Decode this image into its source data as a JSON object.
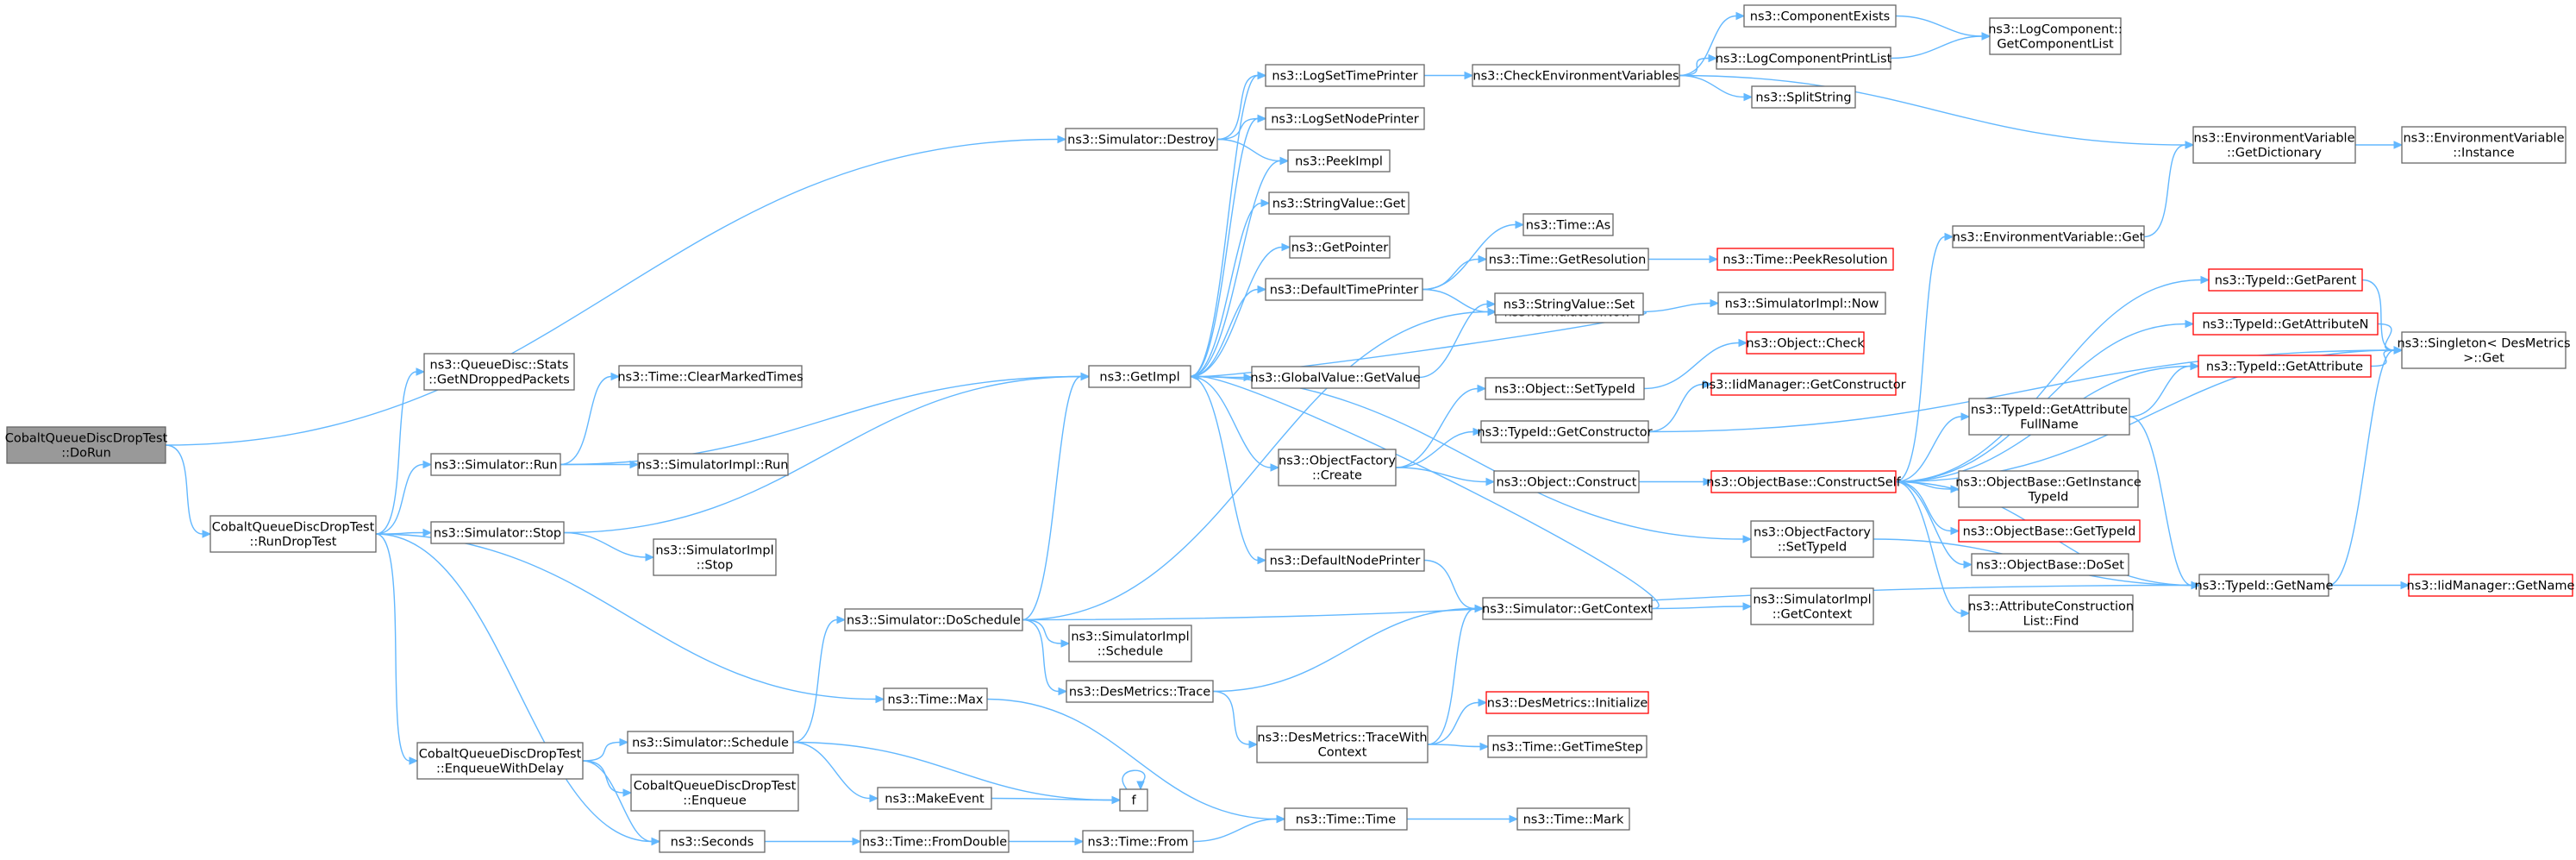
{
  "colors": {
    "edge": "#63b8ff",
    "node_border": "#666666",
    "node_border_truncated": "#ff0000",
    "root_fill": "#999999",
    "node_fill": "#ffffff"
  },
  "nodes": [
    {
      "id": "doRun",
      "lines": [
        "CobaltQueueDiscDropTest",
        "::DoRun"
      ],
      "root": true
    },
    {
      "id": "runDropTest",
      "lines": [
        "CobaltQueueDiscDropTest",
        "::RunDropTest"
      ]
    },
    {
      "id": "simDestroy",
      "lines": [
        "ns3::Simulator::Destroy"
      ]
    },
    {
      "id": "stats",
      "lines": [
        "ns3::QueueDisc::Stats",
        "::GetNDroppedPackets"
      ]
    },
    {
      "id": "simRun",
      "lines": [
        "ns3::Simulator::Run"
      ]
    },
    {
      "id": "simStop",
      "lines": [
        "ns3::Simulator::Stop"
      ]
    },
    {
      "id": "timeMax",
      "lines": [
        "ns3::Time::Max"
      ]
    },
    {
      "id": "enqDelay",
      "lines": [
        "CobaltQueueDiscDropTest",
        "::EnqueueWithDelay"
      ]
    },
    {
      "id": "seconds",
      "lines": [
        "ns3::Seconds"
      ]
    },
    {
      "id": "clearMarked",
      "lines": [
        "ns3::Time::ClearMarkedTimes"
      ]
    },
    {
      "id": "simImplRun",
      "lines": [
        "ns3::SimulatorImpl::Run"
      ]
    },
    {
      "id": "simImplStop",
      "lines": [
        "ns3::SimulatorImpl",
        "::Stop"
      ]
    },
    {
      "id": "simSchedule",
      "lines": [
        "ns3::Simulator::Schedule"
      ]
    },
    {
      "id": "enqueue",
      "lines": [
        "CobaltQueueDiscDropTest",
        "::Enqueue"
      ]
    },
    {
      "id": "makeEvent",
      "lines": [
        "ns3::MakeEvent"
      ]
    },
    {
      "id": "fromDouble",
      "lines": [
        "ns3::Time::FromDouble"
      ]
    },
    {
      "id": "getImpl",
      "lines": [
        "ns3::GetImpl"
      ]
    },
    {
      "id": "doSchedule",
      "lines": [
        "ns3::Simulator::DoSchedule"
      ]
    },
    {
      "id": "simImplSchedule",
      "lines": [
        "ns3::SimulatorImpl",
        "::Schedule"
      ]
    },
    {
      "id": "desTrace",
      "lines": [
        "ns3::DesMetrics::Trace"
      ]
    },
    {
      "id": "f",
      "lines": [
        "f"
      ]
    },
    {
      "id": "timeFrom",
      "lines": [
        "ns3::Time::From"
      ]
    },
    {
      "id": "timeTime",
      "lines": [
        "ns3::Time::Time"
      ]
    },
    {
      "id": "logSetTime",
      "lines": [
        "ns3::LogSetTimePrinter"
      ]
    },
    {
      "id": "logSetNode",
      "lines": [
        "ns3::LogSetNodePrinter"
      ]
    },
    {
      "id": "peekImpl",
      "lines": [
        "ns3::PeekImpl"
      ]
    },
    {
      "id": "strValGet",
      "lines": [
        "ns3::StringValue::Get"
      ]
    },
    {
      "id": "getPointer",
      "lines": [
        "ns3::GetPointer"
      ]
    },
    {
      "id": "defTimePrinter",
      "lines": [
        "ns3::DefaultTimePrinter"
      ]
    },
    {
      "id": "gvGetValue",
      "lines": [
        "ns3::GlobalValue::GetValue"
      ]
    },
    {
      "id": "objFactCreate",
      "lines": [
        "ns3::ObjectFactory",
        "::Create"
      ]
    },
    {
      "id": "defNodePrinter",
      "lines": [
        "ns3::DefaultNodePrinter"
      ]
    },
    {
      "id": "traceWithCtx",
      "lines": [
        "ns3::DesMetrics::TraceWith",
        "Context"
      ]
    },
    {
      "id": "timeMark",
      "lines": [
        "ns3::Time::Mark"
      ]
    },
    {
      "id": "checkEnv",
      "lines": [
        "ns3::CheckEnvironmentVariables"
      ]
    },
    {
      "id": "timeAs",
      "lines": [
        "ns3::Time::As"
      ]
    },
    {
      "id": "timeGetRes",
      "lines": [
        "ns3::Time::GetResolution"
      ]
    },
    {
      "id": "simNow",
      "lines": [
        "ns3::Simulator::Now"
      ]
    },
    {
      "id": "strValSet",
      "lines": [
        "ns3::StringValue::Set"
      ]
    },
    {
      "id": "objSetTypeId",
      "lines": [
        "ns3::Object::SetTypeId"
      ]
    },
    {
      "id": "typeIdGetCtor",
      "lines": [
        "ns3::TypeId::GetConstructor"
      ]
    },
    {
      "id": "objConstruct",
      "lines": [
        "ns3::Object::Construct"
      ]
    },
    {
      "id": "simGetContext",
      "lines": [
        "ns3::Simulator::GetContext"
      ]
    },
    {
      "id": "desInit",
      "lines": [
        "ns3::DesMetrics::Initialize"
      ],
      "red": true
    },
    {
      "id": "timeGetStep",
      "lines": [
        "ns3::Time::GetTimeStep"
      ]
    },
    {
      "id": "compExists",
      "lines": [
        "ns3::ComponentExists"
      ]
    },
    {
      "id": "logCompPrint",
      "lines": [
        "ns3::LogComponentPrintList"
      ]
    },
    {
      "id": "splitString",
      "lines": [
        "ns3::SplitString"
      ]
    },
    {
      "id": "timePeekRes",
      "lines": [
        "ns3::Time::PeekResolution"
      ],
      "red": true
    },
    {
      "id": "simImplNow",
      "lines": [
        "ns3::SimulatorImpl::Now"
      ]
    },
    {
      "id": "objCheck",
      "lines": [
        "ns3::Object::Check"
      ],
      "red": true
    },
    {
      "id": "iidGetCtor",
      "lines": [
        "ns3::IidManager::GetConstructor"
      ],
      "red": true
    },
    {
      "id": "objBaseConstruct",
      "lines": [
        "ns3::ObjectBase::ConstructSelf"
      ],
      "red": true
    },
    {
      "id": "objFactSetTypeId",
      "lines": [
        "ns3::ObjectFactory",
        "::SetTypeId"
      ]
    },
    {
      "id": "simImplGetCtx",
      "lines": [
        "ns3::SimulatorImpl",
        "::GetContext"
      ]
    },
    {
      "id": "logCompGetList",
      "lines": [
        "ns3::LogComponent::",
        "GetComponentList"
      ]
    },
    {
      "id": "envVarGetDict",
      "lines": [
        "ns3::EnvironmentVariable",
        "::GetDictionary"
      ]
    },
    {
      "id": "envVarGet",
      "lines": [
        "ns3::EnvironmentVariable::Get"
      ]
    },
    {
      "id": "typeIdGetParent",
      "lines": [
        "ns3::TypeId::GetParent"
      ],
      "red": true
    },
    {
      "id": "typeIdGetAttrN",
      "lines": [
        "ns3::TypeId::GetAttributeN"
      ],
      "red": true
    },
    {
      "id": "typeIdGetAttrFull",
      "lines": [
        "ns3::TypeId::GetAttribute",
        "FullName"
      ]
    },
    {
      "id": "objBaseGetInst",
      "lines": [
        "ns3::ObjectBase::GetInstance",
        "TypeId"
      ]
    },
    {
      "id": "objBaseGetTypeId",
      "lines": [
        "ns3::ObjectBase::GetTypeId"
      ],
      "red": true
    },
    {
      "id": "objBaseDoSet",
      "lines": [
        "ns3::ObjectBase::DoSet"
      ]
    },
    {
      "id": "attrCtorFind",
      "lines": [
        "ns3::AttributeConstruction",
        "List::Find"
      ]
    },
    {
      "id": "envVarInstance",
      "lines": [
        "ns3::EnvironmentVariable",
        "::Instance"
      ]
    },
    {
      "id": "typeIdGetAttr",
      "lines": [
        "ns3::TypeId::GetAttribute"
      ],
      "red": true
    },
    {
      "id": "typeIdGetName",
      "lines": [
        "ns3::TypeId::GetName"
      ]
    },
    {
      "id": "singletonGet",
      "lines": [
        "ns3::Singleton< DesMetrics",
        ">::Get"
      ]
    },
    {
      "id": "iidGetName",
      "lines": [
        "ns3::IidManager::GetName"
      ],
      "red": true
    }
  ],
  "edges": [
    [
      "doRun",
      "simDestroy"
    ],
    [
      "doRun",
      "runDropTest"
    ],
    [
      "runDropTest",
      "stats"
    ],
    [
      "runDropTest",
      "simRun"
    ],
    [
      "runDropTest",
      "simStop"
    ],
    [
      "runDropTest",
      "timeMax"
    ],
    [
      "runDropTest",
      "enqDelay"
    ],
    [
      "runDropTest",
      "seconds"
    ],
    [
      "simDestroy",
      "logSetTime"
    ],
    [
      "simDestroy",
      "logSetNode"
    ],
    [
      "simDestroy",
      "peekImpl"
    ],
    [
      "simRun",
      "clearMarked"
    ],
    [
      "simRun",
      "getImpl"
    ],
    [
      "simRun",
      "simImplRun"
    ],
    [
      "simStop",
      "getImpl"
    ],
    [
      "simStop",
      "simImplStop"
    ],
    [
      "timeMax",
      "timeTime"
    ],
    [
      "enqDelay",
      "simSchedule"
    ],
    [
      "enqDelay",
      "enqueue"
    ],
    [
      "enqDelay",
      "seconds"
    ],
    [
      "seconds",
      "fromDouble"
    ],
    [
      "simSchedule",
      "doSchedule"
    ],
    [
      "simSchedule",
      "makeEvent"
    ],
    [
      "simSchedule",
      "f"
    ],
    [
      "makeEvent",
      "f"
    ],
    [
      "f",
      "f"
    ],
    [
      "fromDouble",
      "timeFrom"
    ],
    [
      "timeFrom",
      "timeTime"
    ],
    [
      "timeTime",
      "timeMark"
    ],
    [
      "doSchedule",
      "getImpl"
    ],
    [
      "doSchedule",
      "simNow"
    ],
    [
      "doSchedule",
      "simImplSchedule"
    ],
    [
      "doSchedule",
      "desTrace"
    ],
    [
      "doSchedule",
      "typeIdGetName"
    ],
    [
      "desTrace",
      "simGetContext"
    ],
    [
      "desTrace",
      "traceWithCtx"
    ],
    [
      "traceWithCtx",
      "desInit"
    ],
    [
      "traceWithCtx",
      "timeGetStep"
    ],
    [
      "traceWithCtx",
      "simGetContext"
    ],
    [
      "getImpl",
      "logSetTime"
    ],
    [
      "getImpl",
      "logSetNode"
    ],
    [
      "getImpl",
      "peekImpl"
    ],
    [
      "getImpl",
      "strValGet"
    ],
    [
      "getImpl",
      "getPointer"
    ],
    [
      "getImpl",
      "defTimePrinter"
    ],
    [
      "getImpl",
      "gvGetValue"
    ],
    [
      "getImpl",
      "objFactCreate"
    ],
    [
      "getImpl",
      "defNodePrinter"
    ],
    [
      "getImpl",
      "objFactSetTypeId"
    ],
    [
      "logSetTime",
      "checkEnv"
    ],
    [
      "defTimePrinter",
      "timeAs"
    ],
    [
      "defTimePrinter",
      "timeGetRes"
    ],
    [
      "defTimePrinter",
      "simNow"
    ],
    [
      "timeGetRes",
      "timePeekRes"
    ],
    [
      "simNow",
      "getImpl"
    ],
    [
      "simNow",
      "simImplNow"
    ],
    [
      "gvGetValue",
      "strValSet"
    ],
    [
      "objFactCreate",
      "objSetTypeId"
    ],
    [
      "objFactCreate",
      "typeIdGetCtor"
    ],
    [
      "objFactCreate",
      "objConstruct"
    ],
    [
      "objSetTypeId",
      "objCheck"
    ],
    [
      "typeIdGetCtor",
      "iidGetCtor"
    ],
    [
      "typeIdGetCtor",
      "singletonGet"
    ],
    [
      "objConstruct",
      "objBaseConstruct"
    ],
    [
      "defNodePrinter",
      "simGetContext"
    ],
    [
      "simGetContext",
      "getImpl"
    ],
    [
      "simGetContext",
      "simImplGetCtx"
    ],
    [
      "objFactSetTypeId",
      "typeIdGetName"
    ],
    [
      "checkEnv",
      "compExists"
    ],
    [
      "checkEnv",
      "logCompPrint"
    ],
    [
      "checkEnv",
      "splitString"
    ],
    [
      "checkEnv",
      "envVarGetDict"
    ],
    [
      "compExists",
      "logCompGetList"
    ],
    [
      "logCompPrint",
      "logCompGetList"
    ],
    [
      "envVarGetDict",
      "envVarInstance"
    ],
    [
      "envVarGet",
      "envVarGetDict"
    ],
    [
      "objBaseConstruct",
      "envVarGet"
    ],
    [
      "objBaseConstruct",
      "typeIdGetParent"
    ],
    [
      "objBaseConstruct",
      "typeIdGetAttrN"
    ],
    [
      "objBaseConstruct",
      "typeIdGetAttr"
    ],
    [
      "objBaseConstruct",
      "typeIdGetAttrFull"
    ],
    [
      "objBaseConstruct",
      "objBaseGetInst"
    ],
    [
      "objBaseConstruct",
      "objBaseGetTypeId"
    ],
    [
      "objBaseConstruct",
      "objBaseDoSet"
    ],
    [
      "objBaseConstruct",
      "attrCtorFind"
    ],
    [
      "objBaseConstruct",
      "typeIdGetName"
    ],
    [
      "objBaseConstruct",
      "singletonGet"
    ],
    [
      "typeIdGetAttrFull",
      "typeIdGetAttr"
    ],
    [
      "typeIdGetAttrFull",
      "typeIdGetName"
    ],
    [
      "typeIdGetParent",
      "singletonGet"
    ],
    [
      "typeIdGetAttrN",
      "singletonGet"
    ],
    [
      "typeIdGetAttr",
      "singletonGet"
    ],
    [
      "typeIdGetName",
      "singletonGet"
    ],
    [
      "typeIdGetName",
      "iidGetName"
    ]
  ]
}
